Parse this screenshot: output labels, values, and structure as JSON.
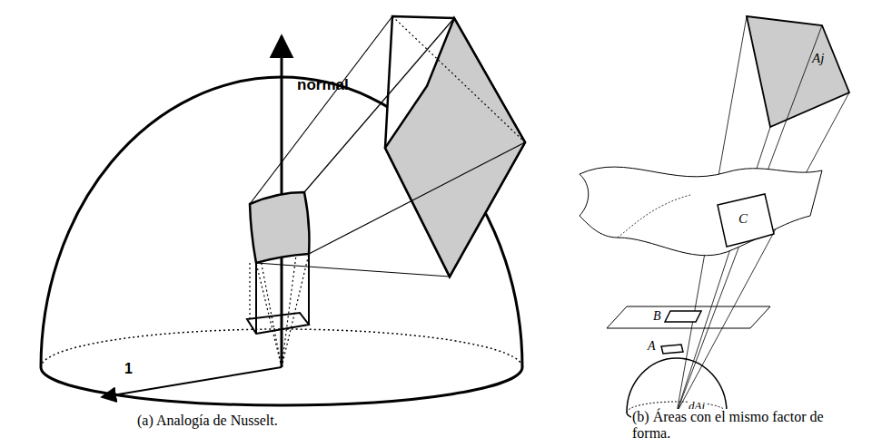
{
  "diagram": {
    "labels": [
      "normal",
      "1",
      "(a) Analogía de Nusselt.",
      "Aj",
      "C",
      "B",
      "A",
      "dAi",
      "(b) Áreas con el mismo factor de forma."
    ]
  }
}
